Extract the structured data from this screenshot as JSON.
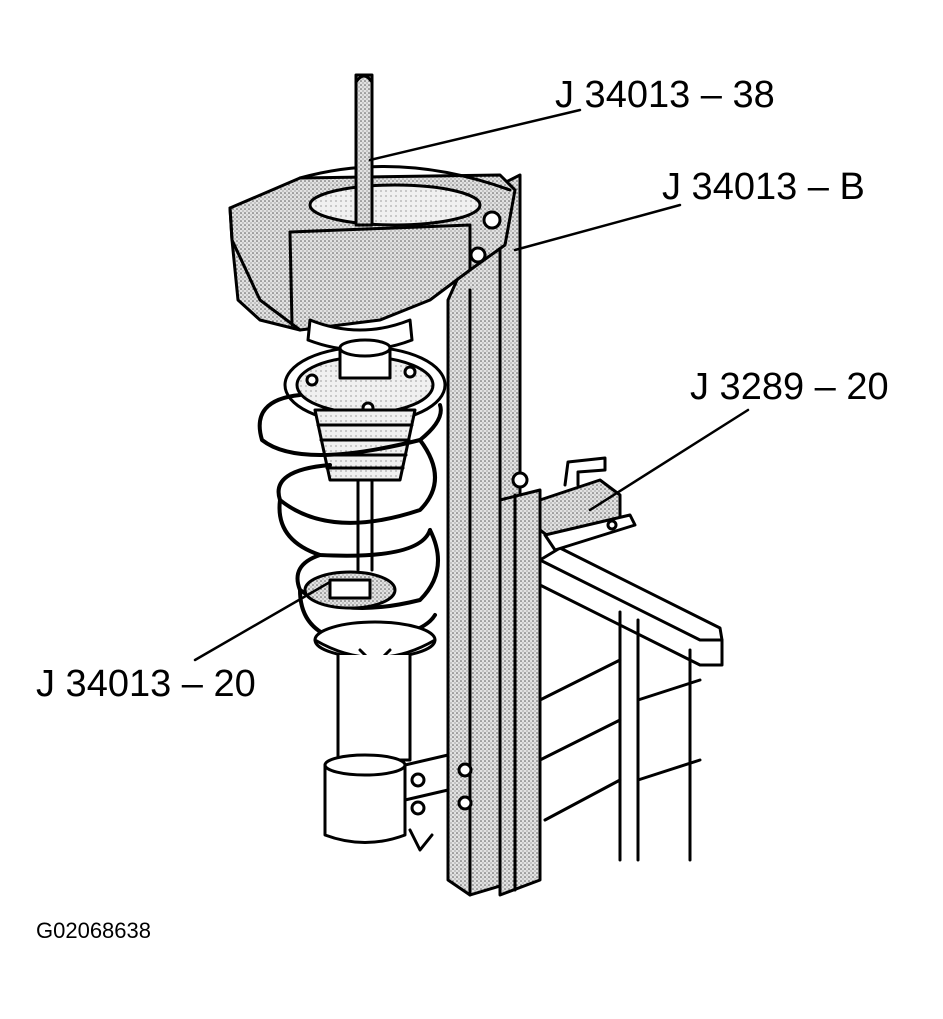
{
  "figure": {
    "figure_id": "G02068638",
    "callouts": {
      "rod_tool": "J 34013 – 38",
      "compressor": "J 34013 – B",
      "adapter": "J 3289 – 20",
      "lower_plate": "J 34013 – 20"
    },
    "colors": {
      "line": "#000000",
      "shade": "#c8c8c8",
      "background": "#ffffff"
    }
  }
}
